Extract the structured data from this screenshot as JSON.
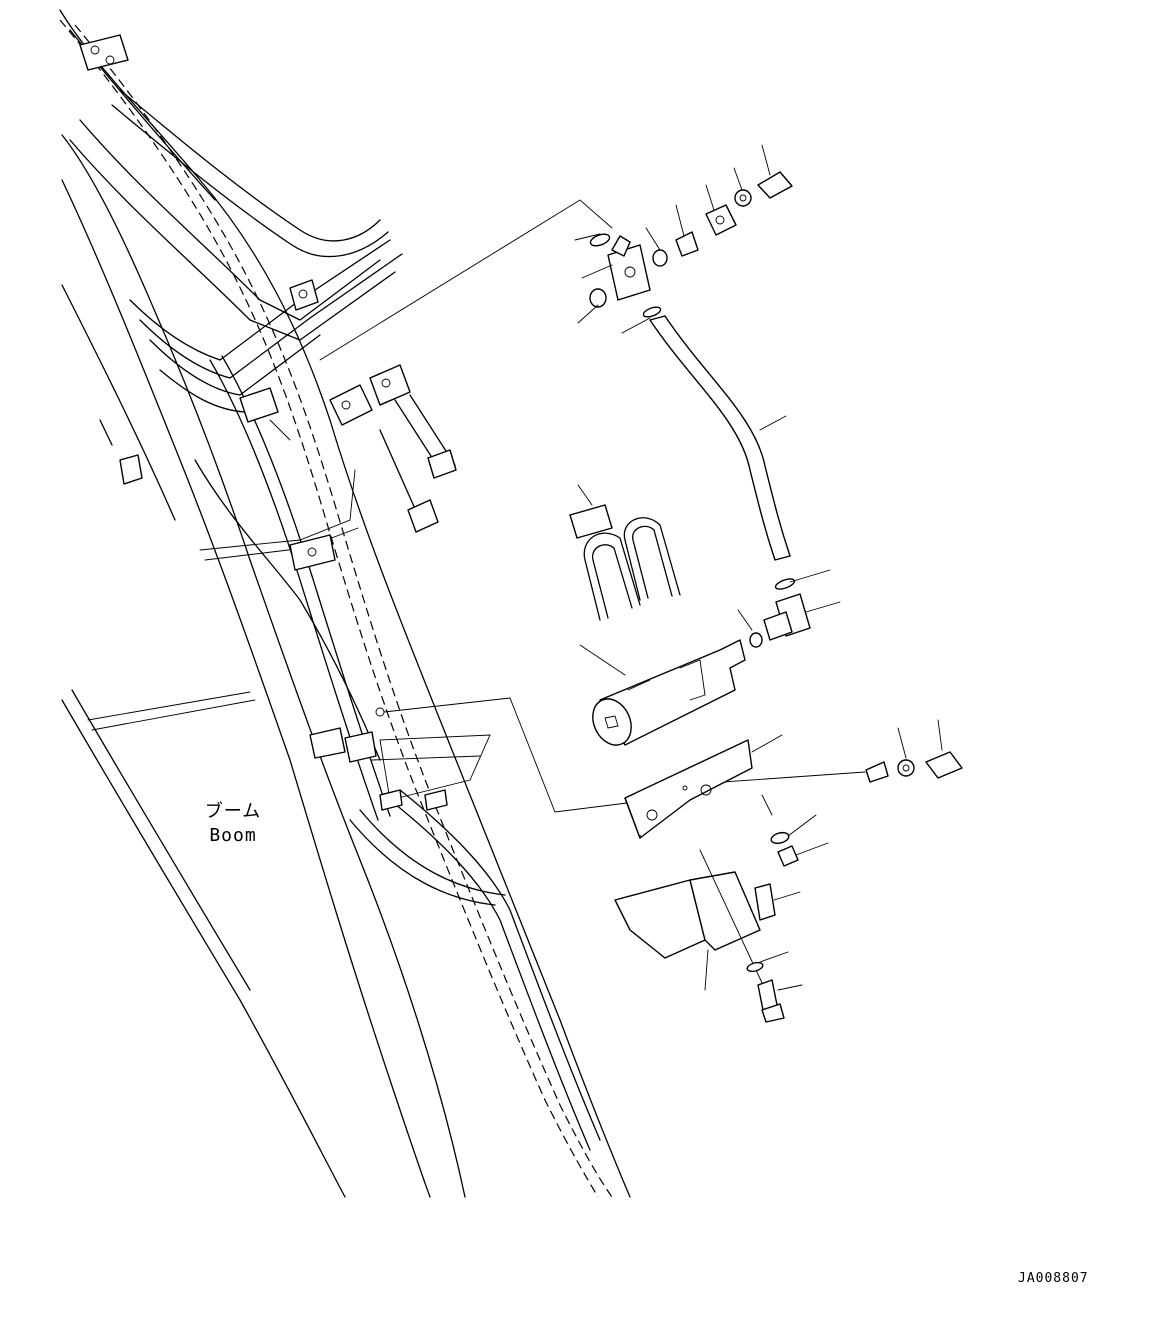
{
  "labels": {
    "boom_jp": "ブーム",
    "boom_en": "Boom",
    "drawing_ref": "JA008807"
  }
}
